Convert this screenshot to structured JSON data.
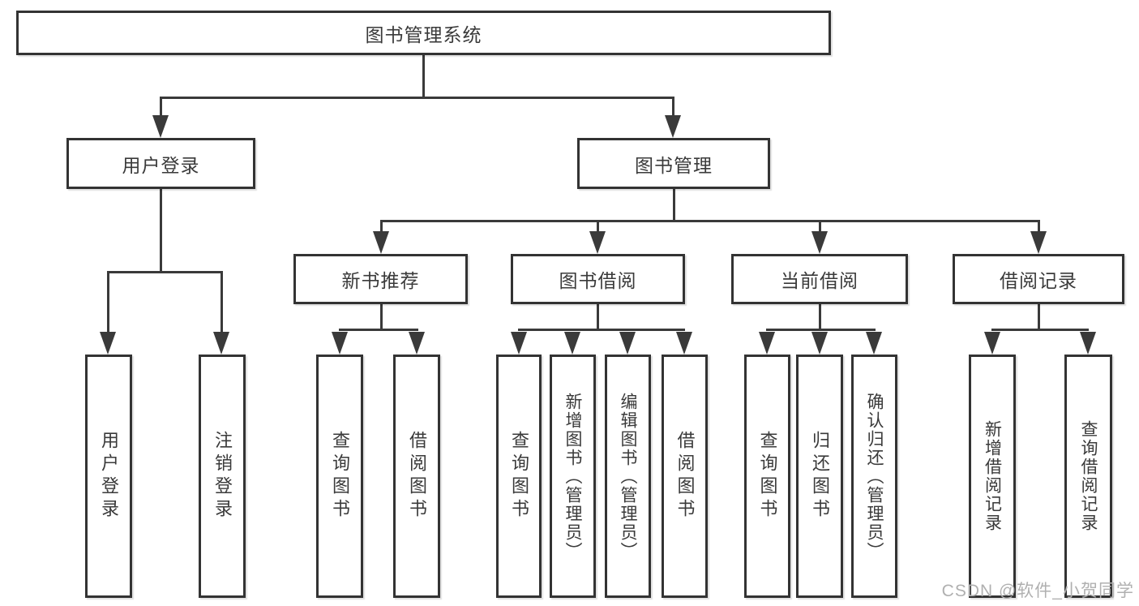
{
  "diagram": {
    "root": {
      "label": "图书管理系统"
    },
    "level2": [
      {
        "label": "用户登录"
      },
      {
        "label": "图书管理"
      }
    ],
    "level3": [
      {
        "label": "新书推荐"
      },
      {
        "label": "图书借阅"
      },
      {
        "label": "当前借阅"
      },
      {
        "label": "借阅记录"
      }
    ],
    "leaves": {
      "user_login": [
        {
          "label": "用户登录"
        },
        {
          "label": "注销登录"
        }
      ],
      "new_book_recommend": [
        {
          "label": "查询图书"
        },
        {
          "label": "借阅图书"
        }
      ],
      "book_borrow": [
        {
          "label": "查询图书"
        },
        {
          "label": "新增图书（管理员）"
        },
        {
          "label": "编辑图书（管理员）"
        },
        {
          "label": "借阅图书"
        }
      ],
      "current_borrow": [
        {
          "label": "查询图书"
        },
        {
          "label": "归还图书"
        },
        {
          "label": "确认归还（管理员）"
        }
      ],
      "borrow_records": [
        {
          "label": "新增借阅记录"
        },
        {
          "label": "查询借阅记录"
        }
      ]
    },
    "colors": {
      "line": "#3a3a3a",
      "box_border": "#333333",
      "text": "#3a3a3a",
      "background": "#ffffff",
      "watermark": "#b0b0b0"
    }
  },
  "watermark": {
    "text": "CSDN @软件_小贺同学"
  }
}
